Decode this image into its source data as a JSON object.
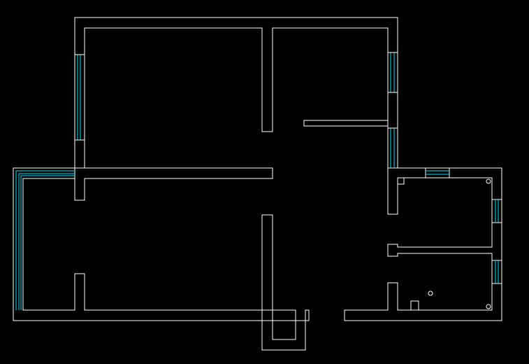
{
  "canvas": {
    "background": "#000000"
  },
  "colors": {
    "wall": "#ffffff",
    "window": "#00e5ff"
  },
  "fixtures": [
    "window",
    "door-frame",
    "circular-fixture"
  ]
}
